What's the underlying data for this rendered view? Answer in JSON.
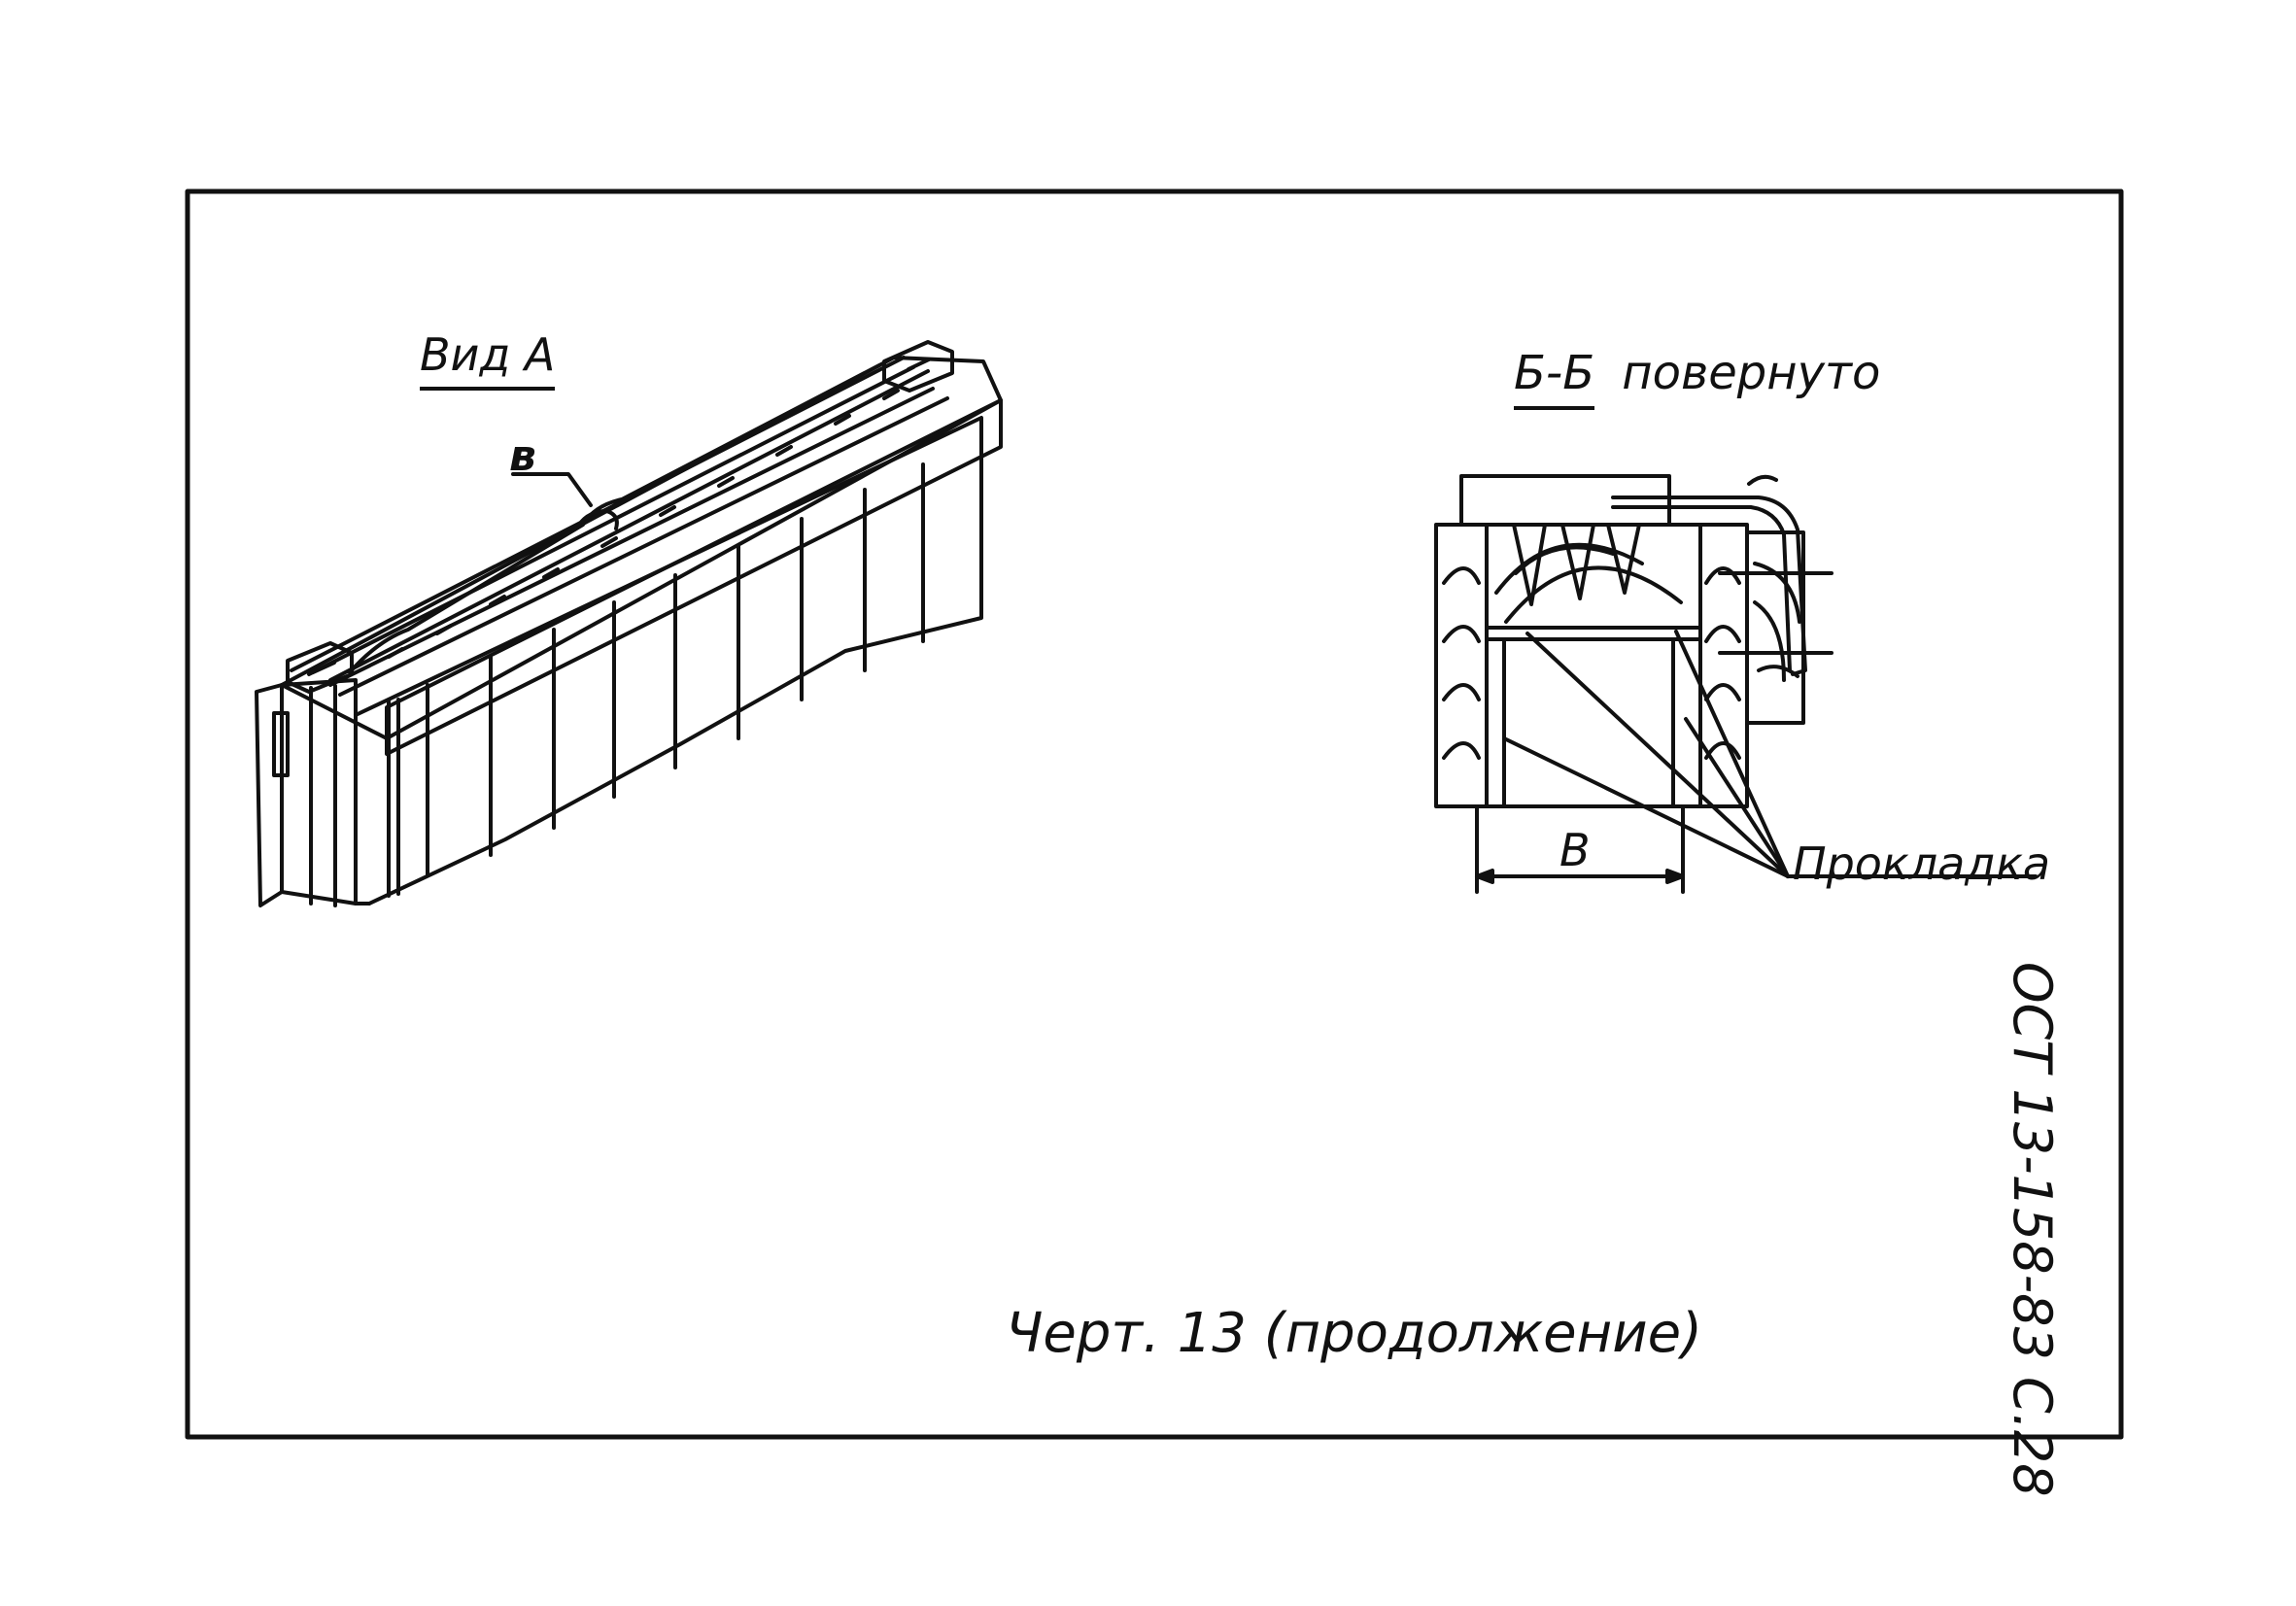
{
  "view_a": {
    "title": "Вид А",
    "callout": "в"
  },
  "section_bb": {
    "title": "Б-Б",
    "note": "повернуто",
    "dimension_label": "В",
    "gasket_label": "Прокладка"
  },
  "caption": "Черт. 13 (продолжение)",
  "document_code": "ОСТ 13-158-83 С.28"
}
